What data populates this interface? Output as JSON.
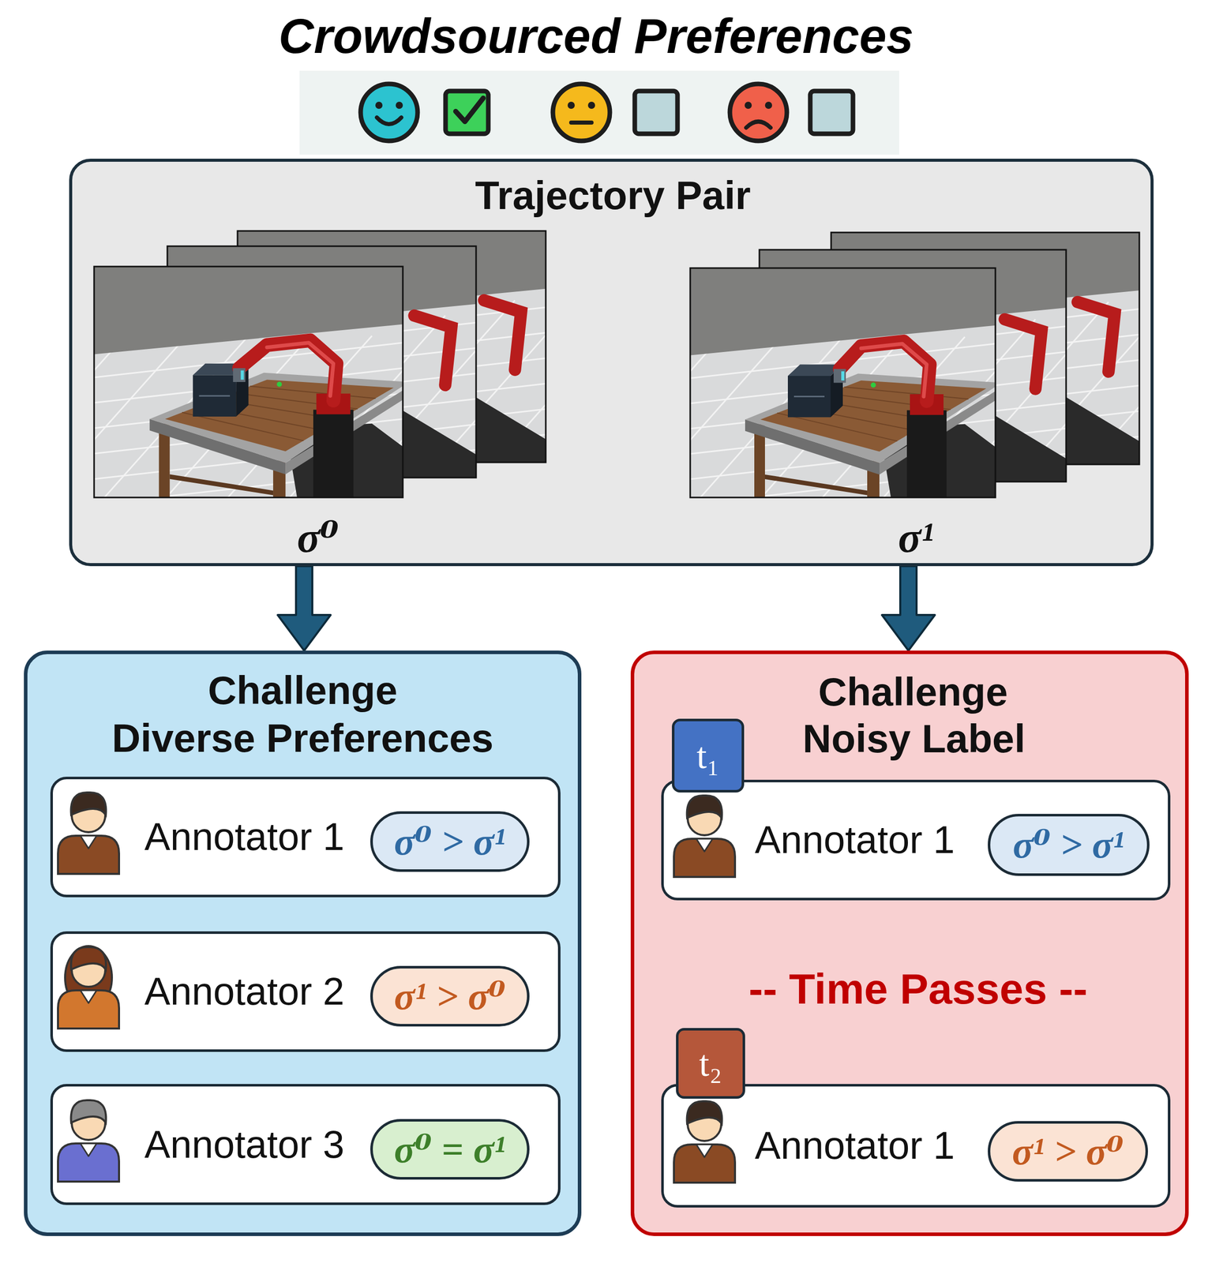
{
  "diagram": {
    "title": "Crowdsourced Preferences",
    "nodes": [
      {
        "text": [
          "Trajectory Pair",
          "σ⁰",
          "σ¹"
        ]
      },
      {
        "text": [
          "Challenge",
          "Diverse Preferences"
        ]
      },
      {
        "text": [
          "Annotator 1"
        ],
        "in": 1
      },
      {
        "text": [
          "σ⁰ > σ¹"
        ],
        "in": 2
      },
      {
        "text": [
          "Annotator 2"
        ],
        "in": 1
      },
      {
        "text": [
          "σ¹ > σ⁰"
        ],
        "in": 4
      },
      {
        "text": [
          "Annotator 3"
        ],
        "in": 1
      },
      {
        "text": [
          "σ⁰ = σ¹"
        ],
        "in": 6
      },
      {
        "text": [
          "Challenge",
          "Noisy Label"
        ]
      },
      {
        "text": [
          "t₁"
        ],
        "in": 8
      },
      {
        "text": [
          "Annotator 1"
        ],
        "in": 8
      },
      {
        "text": [
          "σ⁰ > σ¹"
        ],
        "in": 10
      },
      {
        "text": [
          "t₂"
        ],
        "in": 8
      },
      {
        "text": [
          "Annotator 1"
        ],
        "in": 8
      },
      {
        "text": [
          "σ¹ > σ⁰"
        ],
        "in": 13
      }
    ],
    "edges": [
      {
        "from": 0,
        "to": 1,
        "arrow": "to"
      },
      {
        "from": 0,
        "to": 8,
        "arrow": "to"
      }
    ],
    "labels": [
      "-- Time Passes --"
    ]
  }
}
